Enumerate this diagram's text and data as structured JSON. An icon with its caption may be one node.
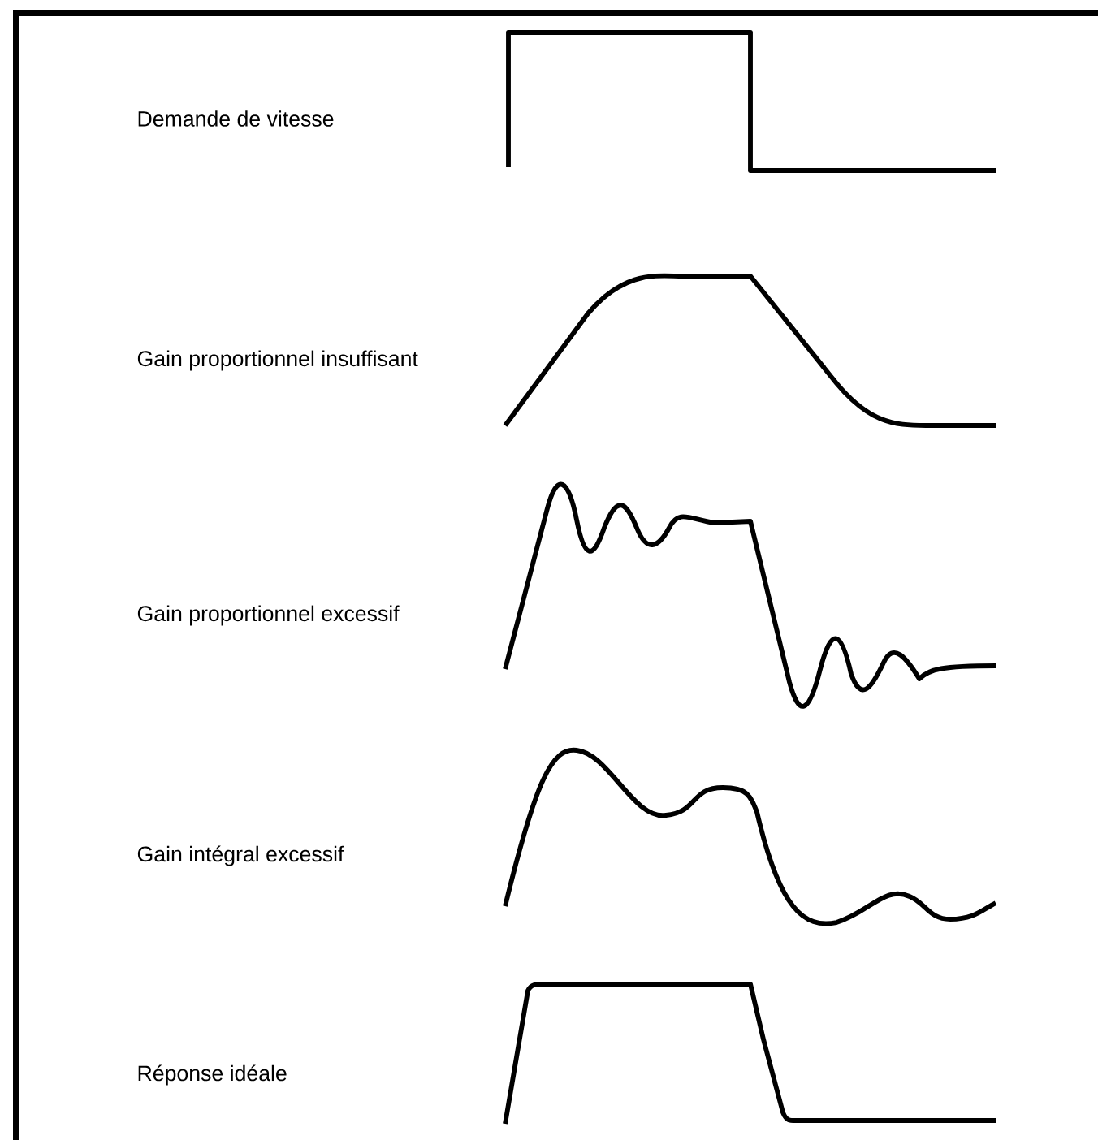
{
  "diagram": {
    "labels": [
      "Demande de vitesse",
      "Gain proportionnel insuffisant",
      "Gain proportionnel excessif",
      "Gain intégral excessif",
      "Réponse idéale"
    ]
  }
}
